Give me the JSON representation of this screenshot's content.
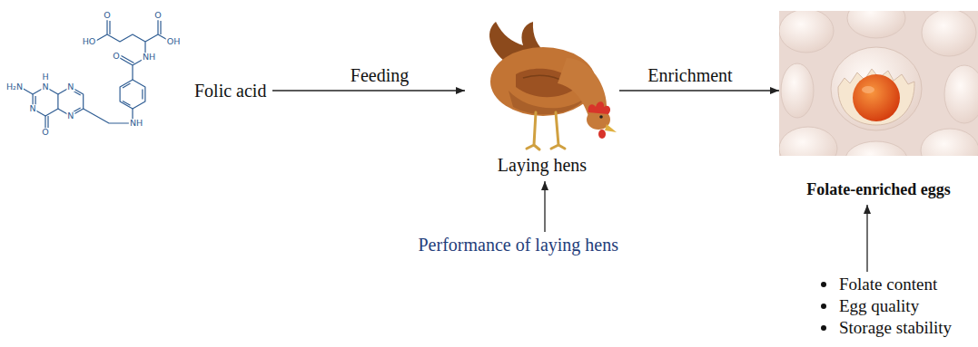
{
  "diagram": {
    "nodes": [
      {
        "text": [
          "Folic acid"
        ]
      },
      {
        "text": [
          "Laying hens"
        ]
      },
      {
        "text": [
          "Folate-enriched eggs"
        ]
      },
      {
        "text": [
          "Performance of laying hens"
        ]
      },
      {
        "text": [
          "Folate content",
          "Egg quality",
          "Storage stability"
        ]
      }
    ],
    "edges": [
      {
        "from": 0,
        "to": 1,
        "arrow": "to",
        "label": "Feeding"
      },
      {
        "from": 1,
        "to": 2,
        "arrow": "to",
        "label": "Enrichment"
      },
      {
        "from": 3,
        "to": 1,
        "arrow": "to"
      },
      {
        "from": 4,
        "to": 2,
        "arrow": "to"
      }
    ],
    "labels": [
      "HO",
      "O",
      "O",
      "OH",
      "NH",
      "O",
      "H",
      "N",
      "H₂N",
      "N",
      "N",
      "N",
      "O",
      "NH"
    ]
  }
}
